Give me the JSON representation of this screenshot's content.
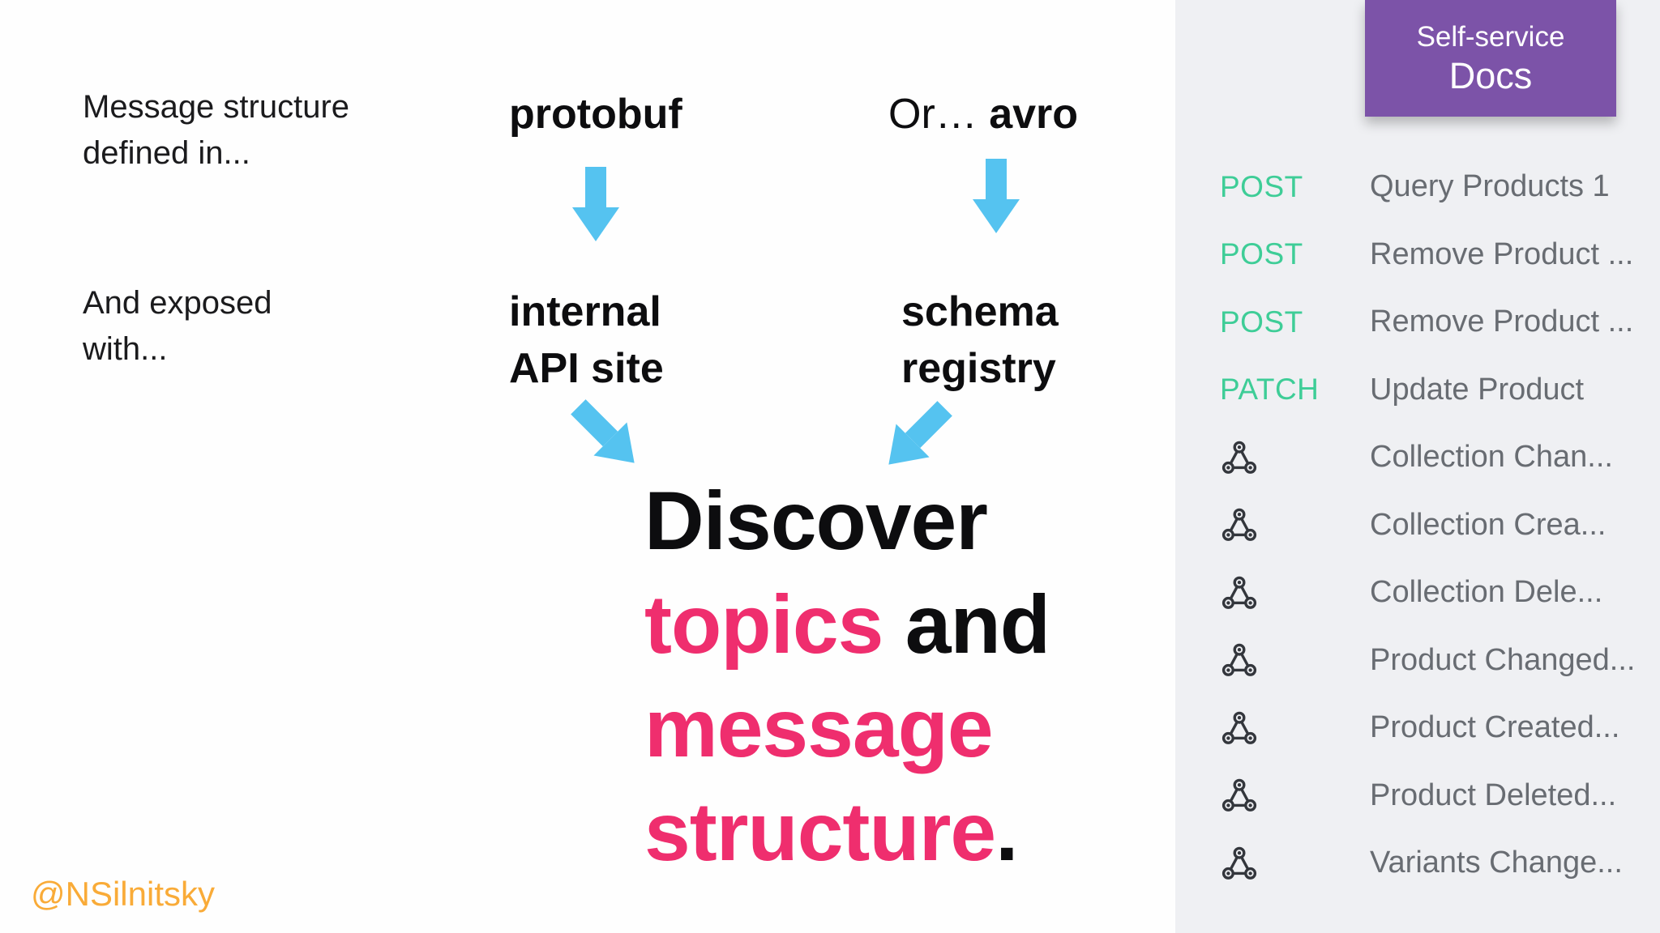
{
  "slide": {
    "note_defined": {
      "line1": "Message structure",
      "line2": "defined in..."
    },
    "note_exposed": {
      "line1": "And exposed",
      "line2": "with..."
    },
    "protobuf_label": "protobuf",
    "or_prefix": "Or… ",
    "avro_label": "avro",
    "internal_api": {
      "line1": "internal",
      "line2": "API site"
    },
    "schema_registry": {
      "line1": "schema",
      "line2": "registry"
    },
    "headline": {
      "line1_black": "Discover",
      "line2_pink": "topics",
      "line2_black": " and",
      "line3_pink": "message",
      "line4_pink": "structure",
      "line4_black": "."
    },
    "handle": "@NSilnitsky"
  },
  "docs_panel": {
    "badge": {
      "line1": "Self-service",
      "line2": "Docs"
    },
    "endpoints": [
      {
        "method": "POST",
        "icon": "",
        "label": "Query Products 1"
      },
      {
        "method": "POST",
        "icon": "",
        "label": "Remove Product ..."
      },
      {
        "method": "POST",
        "icon": "",
        "label": "Remove Product ..."
      },
      {
        "method": "PATCH",
        "icon": "",
        "label": "Update Product"
      },
      {
        "method": "",
        "icon": "webhook-icon",
        "label": "Collection Chan..."
      },
      {
        "method": "",
        "icon": "webhook-icon",
        "label": "Collection Crea..."
      },
      {
        "method": "",
        "icon": "webhook-icon",
        "label": "Collection Dele..."
      },
      {
        "method": "",
        "icon": "webhook-icon",
        "label": "Product Changed..."
      },
      {
        "method": "",
        "icon": "webhook-icon",
        "label": "Product Created..."
      },
      {
        "method": "",
        "icon": "webhook-icon",
        "label": "Product Deleted..."
      },
      {
        "method": "",
        "icon": "webhook-icon",
        "label": "Variants Change..."
      }
    ]
  },
  "colors": {
    "badge_purple": "#7c53a8",
    "method_green": "#3ecd97",
    "arrow_blue": "#55c3f0",
    "highlight_pink": "#ef2e6e",
    "handle_orange": "#f9ab38",
    "panel_gray": "#eff0f3",
    "label_gray": "#686c72"
  }
}
